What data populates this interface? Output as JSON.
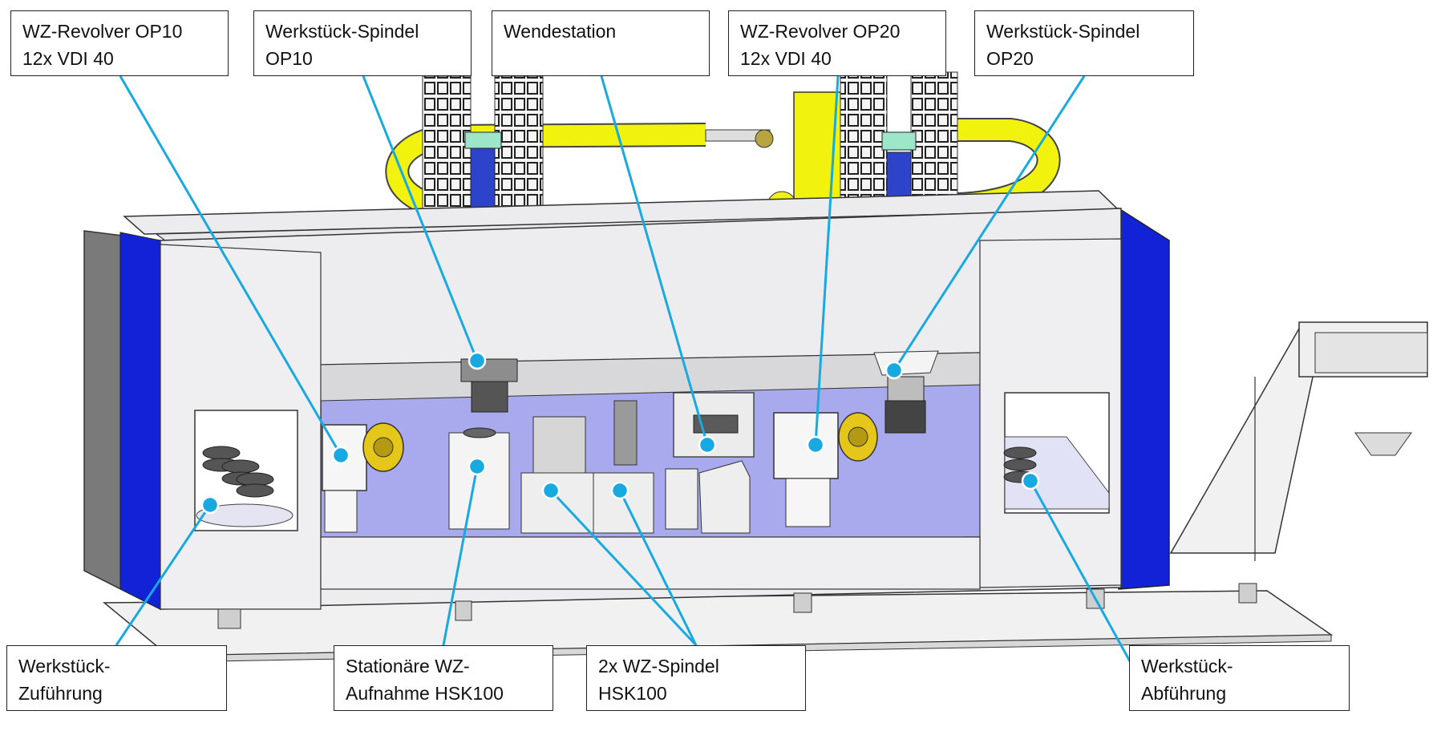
{
  "diagram": {
    "colors": {
      "leader_line": "#19a9e1",
      "frame_blue": "#1222d6",
      "interior_violet": "#a9a9ee",
      "drag_chain_yellow": "#f2f20f",
      "machine_grey": "#ececee",
      "outline": "#333333"
    },
    "labels": [
      {
        "id": "revolver-op10",
        "text": "WZ-Revolver OP10\n12x VDI 40"
      },
      {
        "id": "spindle-op10",
        "text": "Werkstück-Spindel\nOP10"
      },
      {
        "id": "turn-station",
        "text": "Wendestation"
      },
      {
        "id": "revolver-op20",
        "text": "WZ-Revolver OP20\n12x VDI 40"
      },
      {
        "id": "spindle-op20",
        "text": "Werkstück-Spindel\nOP20"
      },
      {
        "id": "workpiece-feed",
        "text": "Werkstück-\nZuführung"
      },
      {
        "id": "stationary-holder",
        "text": "Stationäre WZ-\nAufnahme HSK100"
      },
      {
        "id": "tool-spindles",
        "text": "2x WZ-Spindel\nHSK100"
      },
      {
        "id": "workpiece-discharge",
        "text": "Werkstück-\nAbführung"
      }
    ]
  }
}
